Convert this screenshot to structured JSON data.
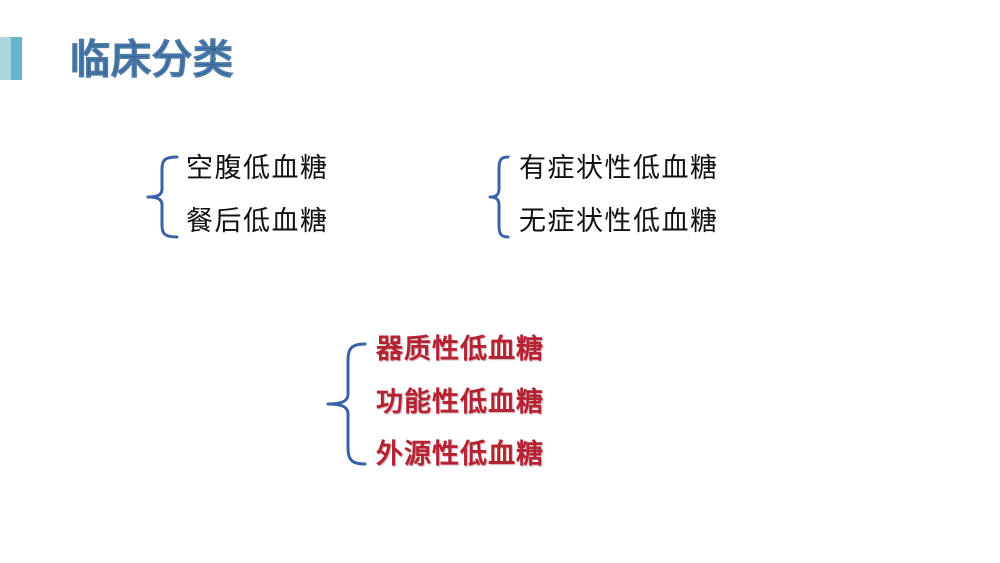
{
  "slide": {
    "title": "临床分类",
    "colors": {
      "title": "#2e5b88",
      "brace": "#3a62a8",
      "text": "#111111",
      "highlight": "#b52233",
      "deco_light": "#a7d8de",
      "deco_dark": "#6bb3c9"
    },
    "groups": [
      {
        "name": "by-timing",
        "items": [
          "空腹低血糖",
          "餐后低血糖"
        ]
      },
      {
        "name": "by-symptoms",
        "items": [
          "有症状性低血糖",
          "无症状性低血糖"
        ]
      },
      {
        "name": "by-cause",
        "highlighted": true,
        "items": [
          "器质性低血糖",
          "功能性低血糖",
          "外源性低血糖"
        ]
      }
    ]
  }
}
